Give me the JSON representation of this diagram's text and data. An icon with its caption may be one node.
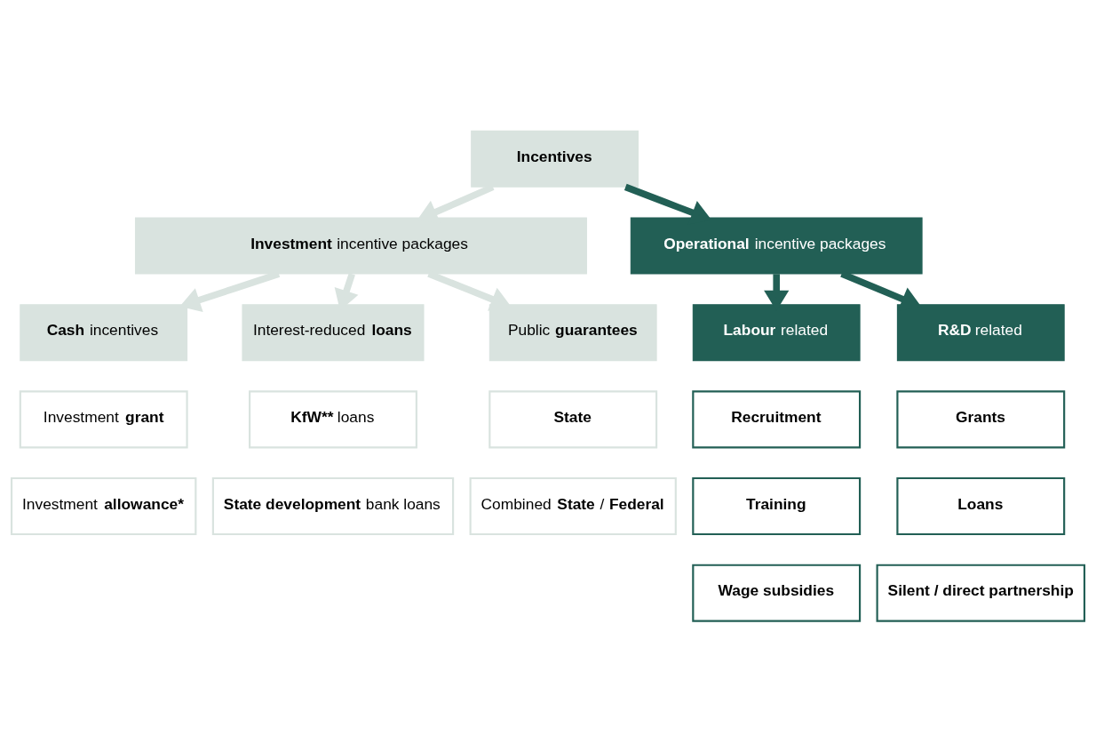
{
  "diagram": {
    "nodes": [
      {
        "text": [
          "Incentives"
        ]
      },
      {
        "text": [
          "**Investment** incentive packages"
        ]
      },
      {
        "text": [
          "**Operational** incentive packages"
        ]
      },
      {
        "text": [
          "**Cash** incentives"
        ]
      },
      {
        "text": [
          "Interest-reduced **loans**"
        ]
      },
      {
        "text": [
          "Public **guarantees**"
        ]
      },
      {
        "text": [
          "**Labour** related"
        ]
      },
      {
        "text": [
          "**R&D** related"
        ]
      },
      {
        "text": [
          "Investment **grant**"
        ]
      },
      {
        "text": [
          "**KfW**** loans"
        ]
      },
      {
        "text": [
          "State"
        ]
      },
      {
        "text": [
          "Recruitment"
        ]
      },
      {
        "text": [
          "Grants"
        ]
      },
      {
        "text": [
          "Investment **allowance***"
        ]
      },
      {
        "text": [
          "**State development** bank loans"
        ]
      },
      {
        "text": [
          "Combined **State** / **Federal**"
        ]
      },
      {
        "text": [
          "Training"
        ]
      },
      {
        "text": [
          "Loans"
        ]
      },
      {
        "text": [
          "Wage subsidies"
        ]
      },
      {
        "text": [
          "Silent / direct partnership"
        ]
      }
    ],
    "edges": [
      {
        "from": 0,
        "to": 1,
        "arrow": "to"
      },
      {
        "from": 0,
        "to": 2,
        "arrow": "to",
        "color": "#225f55"
      },
      {
        "from": 1,
        "to": 3,
        "arrow": "to"
      },
      {
        "from": 1,
        "to": 4,
        "arrow": "to"
      },
      {
        "from": 1,
        "to": 5,
        "arrow": "to"
      },
      {
        "from": 2,
        "to": 6,
        "arrow": "to",
        "color": "#225f55"
      },
      {
        "from": 2,
        "to": 7,
        "arrow": "to",
        "color": "#225f55"
      }
    ]
  }
}
